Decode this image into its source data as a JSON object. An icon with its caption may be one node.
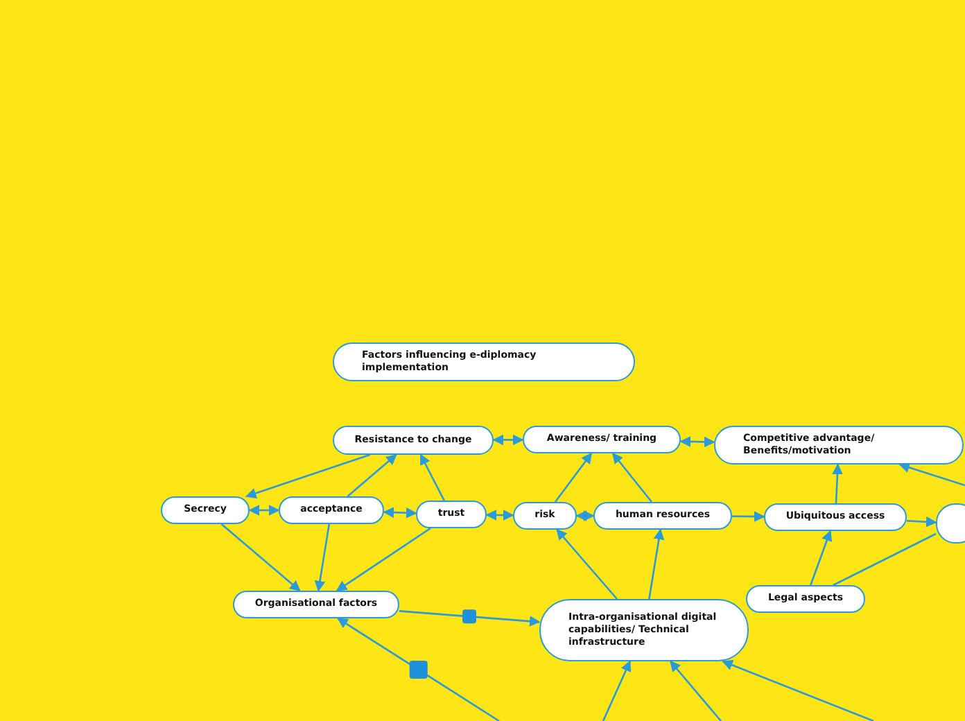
{
  "diagram": {
    "nodes": [
      {
        "text": [
          "Factors influencing e-diplomacy implementation"
        ]
      },
      {
        "text": [
          "Resistance to change"
        ]
      },
      {
        "text": [
          "Awareness/ training"
        ]
      },
      {
        "text": [
          "Competitive advantage/ Benefits/motivation"
        ]
      },
      {
        "text": [
          "Secrecy"
        ]
      },
      {
        "text": [
          "acceptance"
        ]
      },
      {
        "text": [
          "trust"
        ]
      },
      {
        "text": [
          "risk"
        ]
      },
      {
        "text": [
          "human resources"
        ]
      },
      {
        "text": [
          "Ubiquitous access"
        ]
      },
      {
        "text": [],
        "shape": "box"
      },
      {
        "text": [
          "Organisational factors"
        ]
      },
      {
        "text": [
          "Intra-organisational digital capabilities/ Technical infrastructure"
        ]
      },
      {
        "text": [
          "Legal aspects"
        ]
      }
    ],
    "edges": [
      {
        "from": 1,
        "to": 2,
        "arrow": "both"
      },
      {
        "from": 2,
        "to": 3,
        "arrow": "both"
      },
      {
        "from": 1,
        "to": 4,
        "arrow": "to"
      },
      {
        "from": 5,
        "to": 1,
        "arrow": "to"
      },
      {
        "from": 6,
        "to": 1,
        "arrow": "to"
      },
      {
        "from": 4,
        "to": 5,
        "arrow": "both"
      },
      {
        "from": 5,
        "to": 6,
        "arrow": "both"
      },
      {
        "from": 6,
        "to": 7,
        "arrow": "both"
      },
      {
        "from": 7,
        "to": 8,
        "arrow": "both"
      },
      {
        "from": 7,
        "to": 2,
        "arrow": "to"
      },
      {
        "from": 8,
        "to": 2,
        "arrow": "to"
      },
      {
        "from": 8,
        "to": 9,
        "arrow": "to"
      },
      {
        "from": 9,
        "to": 3,
        "arrow": "to"
      },
      {
        "from": 9,
        "to": 10,
        "arrow": "to"
      },
      {
        "from": 4,
        "to": 11,
        "arrow": "to"
      },
      {
        "from": 5,
        "to": 11,
        "arrow": "to"
      },
      {
        "from": 6,
        "to": 11,
        "arrow": "to"
      },
      {
        "from": 11,
        "to": 12,
        "arrow": "to"
      },
      {
        "from": 12,
        "to": 7,
        "arrow": "to"
      },
      {
        "from": 12,
        "to": 8,
        "arrow": "to"
      },
      {
        "from": 13,
        "to": 9,
        "arrow": "to"
      },
      {
        "from": 13,
        "to": 10,
        "arrow": "none"
      },
      {
        "from": null,
        "to": 3,
        "arrow": "to"
      },
      {
        "from": null,
        "to": 11,
        "arrow": "to"
      },
      {
        "from": null,
        "to": 12,
        "arrow": "to"
      },
      {
        "from": null,
        "to": 12,
        "arrow": "to"
      },
      {
        "from": null,
        "to": 12,
        "arrow": "to"
      }
    ]
  }
}
